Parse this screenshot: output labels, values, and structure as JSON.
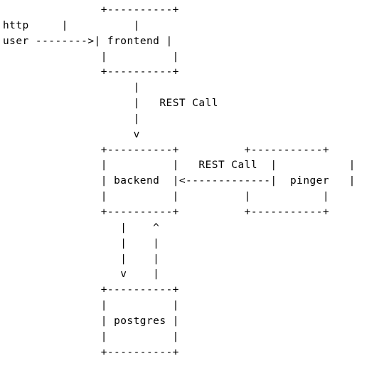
{
  "diagram": {
    "nodes": {
      "user": "user",
      "frontend": "frontend",
      "backend": "backend",
      "pinger": "pinger",
      "postgres": "postgres"
    },
    "edge_labels": {
      "http": "http",
      "frontend_to_backend": "REST Call",
      "pinger_to_backend": "REST Call"
    },
    "arrows": {
      "user_to_frontend": "-------->",
      "pinger_to_backend": "<-------------",
      "down_head": "v",
      "up_head": "^"
    }
  },
  "colors": {
    "text": "#000000",
    "background": "#ffffff"
  }
}
